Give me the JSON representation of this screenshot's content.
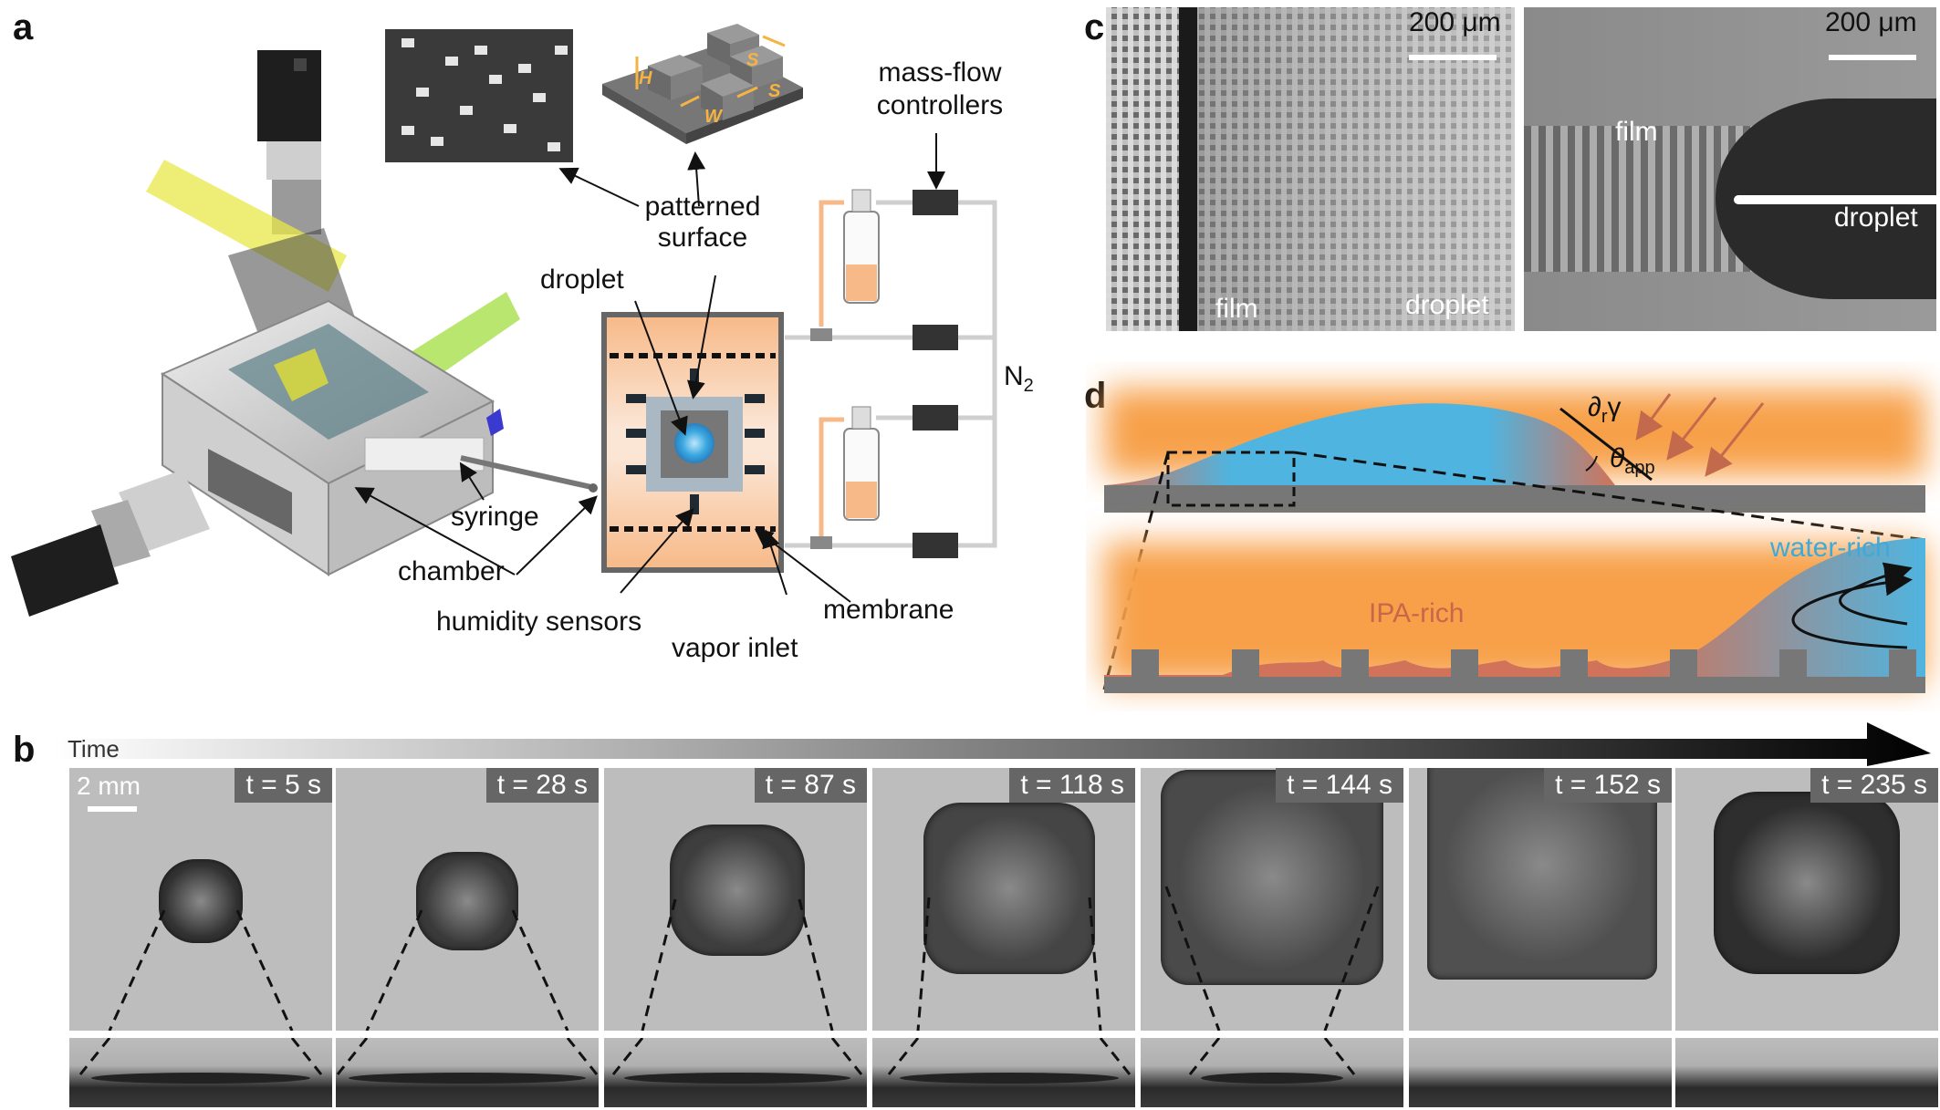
{
  "panels": {
    "a": "a",
    "b": "b",
    "c": "c",
    "d": "d"
  },
  "panel_a": {
    "labels": {
      "patterned_surface": [
        "patterned",
        "surface"
      ],
      "mass_flow": [
        "mass-flow",
        "controllers"
      ],
      "droplet": "droplet",
      "syringe": "syringe",
      "chamber": "chamber",
      "humidity_sensors": "humidity sensors",
      "membrane": "membrane",
      "vapor_inlet": "vapor inlet",
      "n2_base": "N",
      "n2_sub": "2"
    },
    "pillar_labels": {
      "h": "H",
      "w": "W",
      "s": "S"
    },
    "colors": {
      "orange": "#f7b988",
      "yellow": "#e8e84a",
      "green": "#a8e04a",
      "blue": "#3aa8e0"
    }
  },
  "panel_b": {
    "time_label": "Time",
    "scale_bar": "2 mm",
    "frames": [
      {
        "t": "t = 5 s"
      },
      {
        "t": "t = 28 s"
      },
      {
        "t": "t = 87 s"
      },
      {
        "t": "t = 118 s"
      },
      {
        "t": "t = 144 s"
      },
      {
        "t": "t = 152 s"
      },
      {
        "t": "t = 235 s"
      }
    ]
  },
  "panel_c": {
    "scale_left": "200 μm",
    "scale_right": "200 μm",
    "left_film": "film",
    "left_droplet": "droplet",
    "right_film": "film",
    "right_droplet": "droplet"
  },
  "panel_d": {
    "gamma_label_base": "∂",
    "gamma_label_sub": "r",
    "gamma_label_sym": "γ",
    "theta_base": "θ",
    "theta_sub": "app",
    "water_rich": "water-rich",
    "ipa_rich": "IPA-rich",
    "colors": {
      "orange": "#f7a04a",
      "blue": "#4fb4e0",
      "red": "#d0735a",
      "water_text": "#3fa9d8",
      "ipa_text": "#c8664a"
    }
  }
}
